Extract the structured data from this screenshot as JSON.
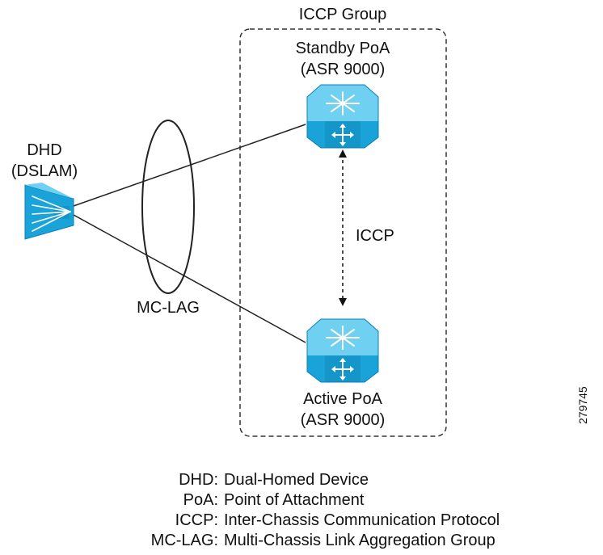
{
  "group_label": "ICCP Group",
  "standby": {
    "name": "Standby PoA",
    "model": "(ASR 9000)",
    "icon": "router-icon"
  },
  "active": {
    "name": "Active PoA",
    "model": "(ASR 9000)",
    "icon": "router-icon"
  },
  "dhd": {
    "name": "DHD",
    "model": "(DSLAM)",
    "icon": "dslam-icon"
  },
  "mclag_label": "MC-LAG",
  "iccp_label": "ICCP",
  "figure_id": "279745",
  "legend": [
    {
      "term": "DHD:",
      "definition": "Dual-Homed Device"
    },
    {
      "term": "PoA:",
      "definition": "Point of Attachment"
    },
    {
      "term": "ICCP:",
      "definition": "Inter-Chassis Communication Protocol"
    },
    {
      "term": "MC-LAG:",
      "definition": "Multi-Chassis Link Aggregation Group"
    }
  ],
  "colors": {
    "device_primary": "#1aa3d8",
    "device_light": "#6fd0f2",
    "device_dark": "#0b7fb0",
    "line": "#222222"
  }
}
